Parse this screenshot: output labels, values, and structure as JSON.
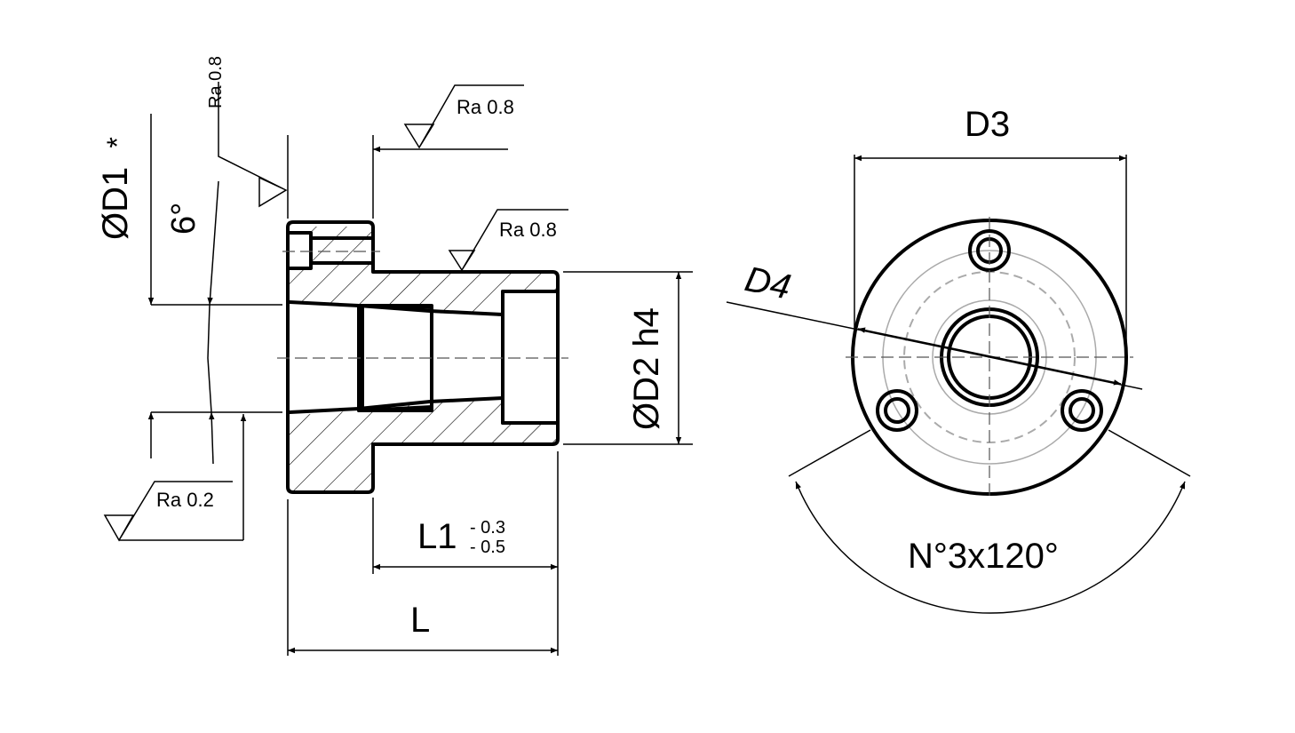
{
  "drawing": {
    "roughness_labels": {
      "ra_left_top": "Ra 0.8",
      "ra_top": "Ra 0.8",
      "ra_mid": "Ra 0.8",
      "ra_bottom": "Ra 0.2"
    },
    "dimensions": {
      "d1": "ØD1",
      "d1_mark": "*",
      "angle": "6°",
      "d2": "ØD2 h4",
      "l1": "L1",
      "l1_upper_tol": "- 0.3",
      "l1_lower_tol": "- 0.5",
      "l": "L",
      "d3": "D3",
      "d4": "D4",
      "holes": "N°3x120°"
    }
  }
}
